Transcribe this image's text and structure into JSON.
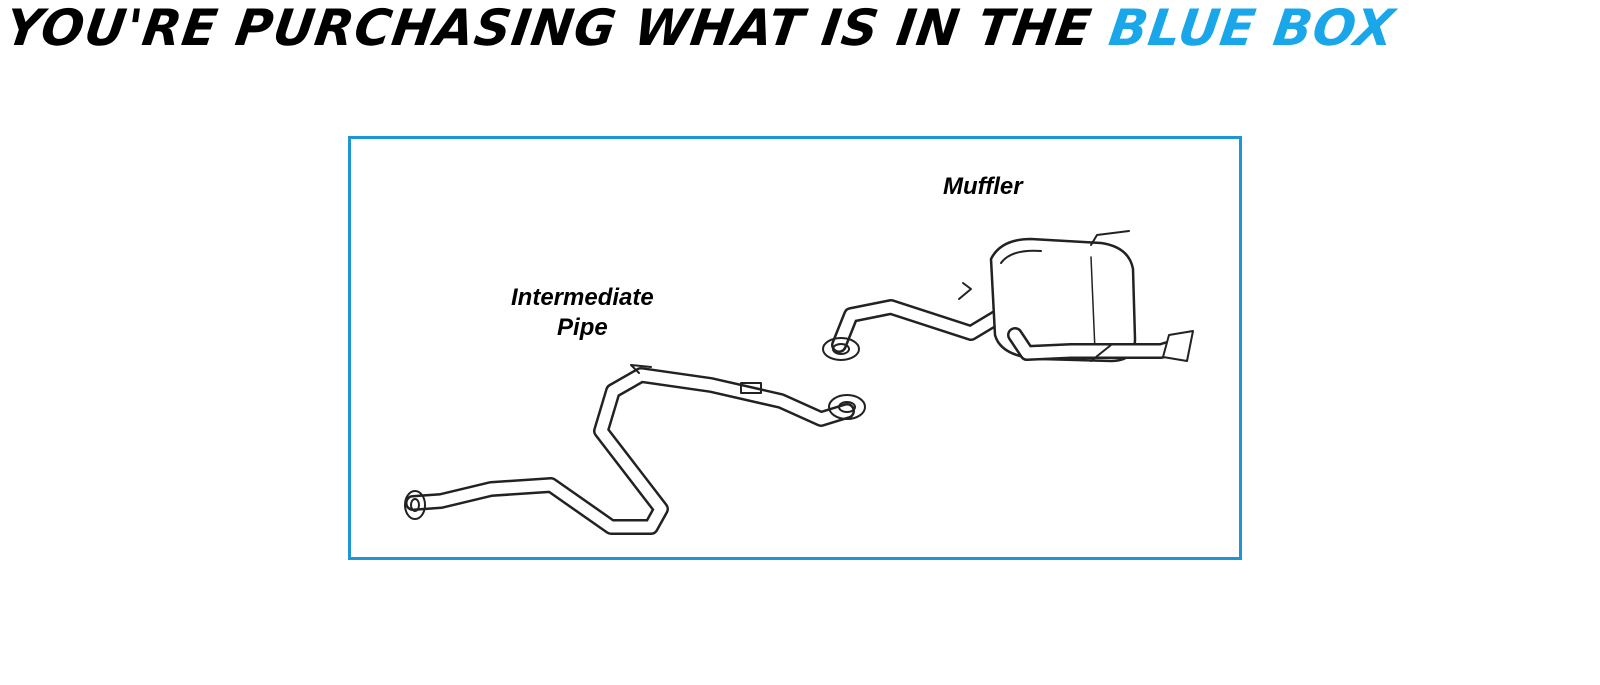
{
  "headline": {
    "main": "YOU'RE PURCHASING WHAT IS IN THE ",
    "accent": "BLUE BOX"
  },
  "diagram": {
    "label_muffler": "Muffler",
    "label_pipe_line1": "Intermediate",
    "label_pipe_line2": "Pipe"
  },
  "colors": {
    "accent_text": "#1aa7ea",
    "box_border": "#1e96d3"
  }
}
